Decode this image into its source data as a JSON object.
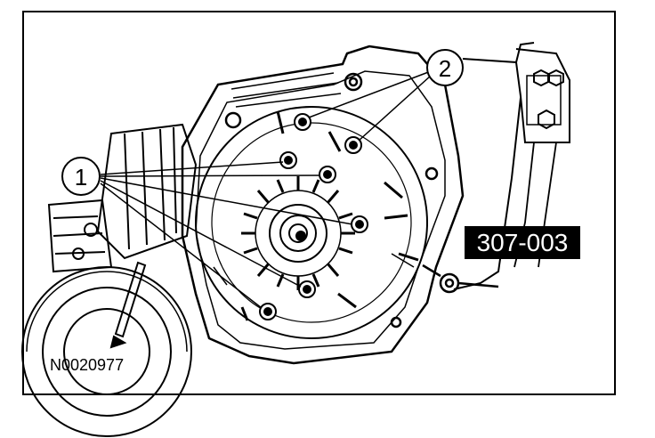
{
  "figure": {
    "callouts": [
      {
        "id": "1",
        "label": "1"
      },
      {
        "id": "2",
        "label": "2"
      }
    ],
    "tool_label": "307-003",
    "figure_id": "N0020977"
  },
  "colors": {
    "ink": "#000000",
    "paper": "#ffffff",
    "tool_label_bg": "#000000",
    "tool_label_text": "#ffffff"
  }
}
